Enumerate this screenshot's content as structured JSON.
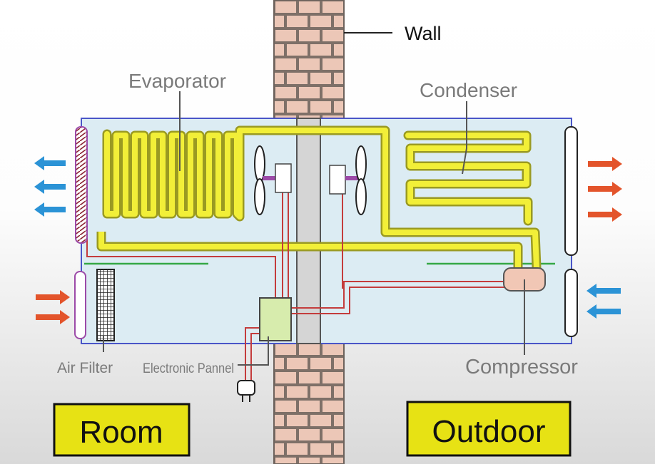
{
  "labels": {
    "wall": "Wall",
    "evaporator": "Evaporator",
    "condenser": "Condenser",
    "air_filter": "Air Filter",
    "electronic_panel": "Electronic Pannel",
    "compressor": "Compressor",
    "room": "Room",
    "outdoor": "Outdoor"
  },
  "colors": {
    "refrigerant_pipe": "#f2ef38",
    "pipe_outline": "#9a9a22",
    "wiring": "#c43c3c",
    "fan_shaft": "#9c4aa8",
    "cool_air": "#2b93d6",
    "hot_air": "#e3542b",
    "brick": "#ecc7b7",
    "compressor": "#f1c7b5",
    "panel": "#d7ecad",
    "unit_fill": "#dcecf3",
    "label_box": "#e7e214"
  }
}
